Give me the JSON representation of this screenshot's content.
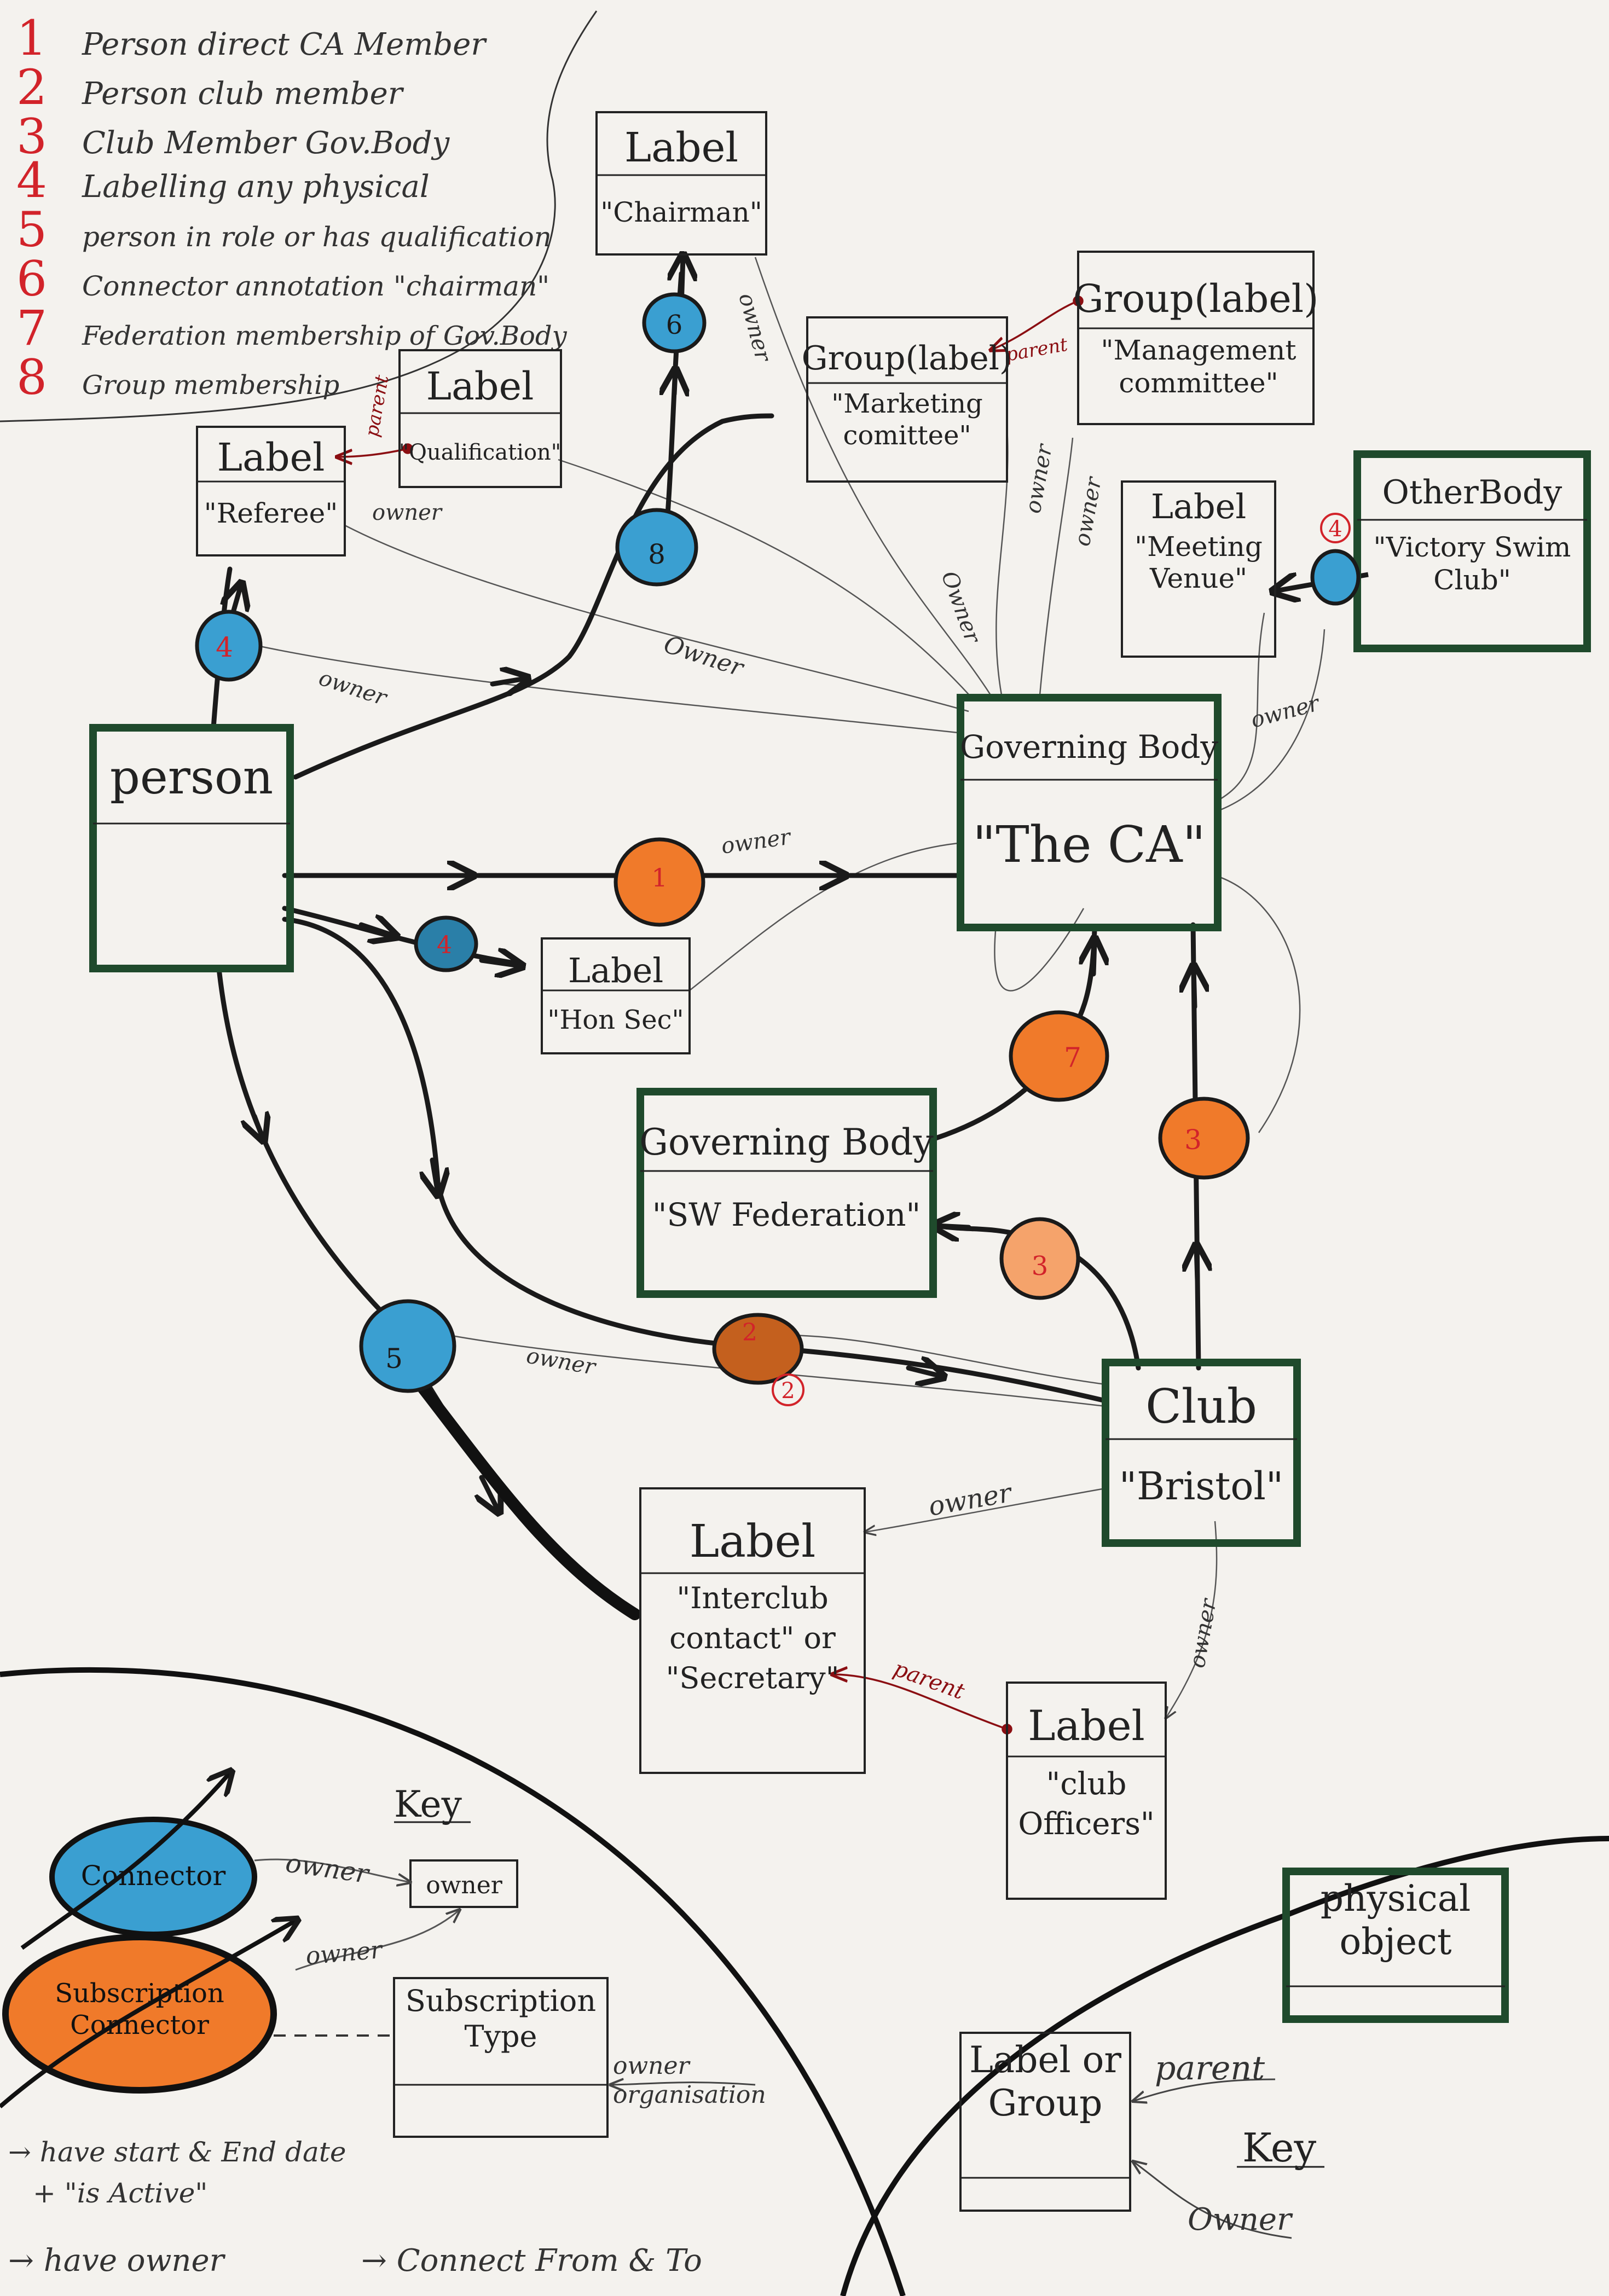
{
  "legend": [
    {
      "num": "1",
      "text": "Person direct CA Member"
    },
    {
      "num": "2",
      "text": "Person club member"
    },
    {
      "num": "3",
      "text": "Club Member Gov.Body"
    },
    {
      "num": "4",
      "text": "Labelling any physical"
    },
    {
      "num": "5",
      "text": "person in role or has qualification"
    },
    {
      "num": "6",
      "text": "Connector annotation \"chairman\""
    },
    {
      "num": "7",
      "text": "Federation membership of Gov.Body"
    },
    {
      "num": "8",
      "text": "Group membership"
    }
  ],
  "boxes": {
    "label_chairman": {
      "title": "Label",
      "value": "\"Chairman\""
    },
    "group_mgmt": {
      "title": "Group(label)",
      "value": "\"Management committee\""
    },
    "group_marketing": {
      "title": "Group(label)",
      "value": "\"Marketing comittee\""
    },
    "label_qual": {
      "title": "Label",
      "value": "\"Qualification\""
    },
    "label_referee": {
      "title": "Label",
      "value": "\"Referee\""
    },
    "label_venue": {
      "title": "Label",
      "value": "\"Meeting Venue\""
    },
    "other_body": {
      "title": "OtherBody",
      "value": "\"Victory Swim Club\""
    },
    "person": {
      "title": "person",
      "value": ""
    },
    "gov_ca": {
      "title": "Governing Body",
      "value": "\"The CA\""
    },
    "label_honsec": {
      "title": "Label",
      "value": "\"Hon Sec\""
    },
    "gov_swfed": {
      "title": "Governing Body",
      "value": "\"SW Federation\""
    },
    "club_bristol": {
      "title": "Club",
      "value": "\"Bristol\""
    },
    "label_interclub": {
      "title": "Label",
      "value": "\"Interclub contact\" or \"Secretary\""
    },
    "label_officers": {
      "title": "Label",
      "value": "\"club Officers\""
    },
    "subscription_type": {
      "title": "Subscription Type",
      "value": ""
    },
    "key_owner": {
      "title": "owner",
      "value": ""
    },
    "physical_object": {
      "title": "physical object",
      "value": ""
    },
    "label_or_group": {
      "title": "Label or Group",
      "value": ""
    }
  },
  "connectors": {
    "c1": "1",
    "c2": "2",
    "c2b": "2",
    "c3": "3",
    "c3b": "3",
    "c4a": "4",
    "c4b": "4",
    "c4c": "4",
    "c5": "5",
    "c6": "6",
    "c7": "7",
    "c8": "8"
  },
  "edge_labels": {
    "owner": "owner",
    "owner_cap": "Owner",
    "parent": "parent",
    "owner_organisation": "owner organisation"
  },
  "key": {
    "title": "Key",
    "connector": "Connector",
    "subscription_connector": "Subscription Connector",
    "notes": [
      "→ have start & End date",
      "+ \"is Active\"",
      "→ have owner",
      "→ Connect From & To"
    ],
    "parent": "parent",
    "owner": "Owner"
  },
  "colors": {
    "ink": "#1a1a1a",
    "green_border": "#1f4a2c",
    "blue": "#3a9fd1",
    "orange": "#f07a2a",
    "red": "#d2232a",
    "dark_red": "#8b0e12"
  }
}
